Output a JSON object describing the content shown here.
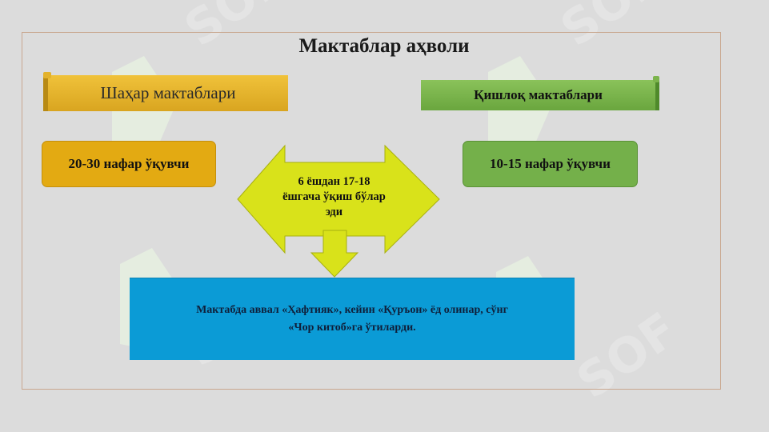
{
  "title": "Мактаблар аҳволи",
  "city": {
    "heading": "Шаҳар мактаблари",
    "count": "20-30 нафар ўқувчи",
    "color": "#e3aa12"
  },
  "village": {
    "heading": "Қишлоқ мактаблари",
    "count": "10-15 нафар ўқувчи",
    "color": "#74b04a"
  },
  "center": {
    "lines": [
      "6 ёшдан 17-18",
      "ёшгача ўқиш бўлар",
      "эди"
    ],
    "color": "#d9e21a"
  },
  "bottom": {
    "lines": [
      "Мактабда аввал «Ҳафтияк», кейин «Қуръон» ёд олинар, сўнг",
      "«Чор китоб»га ўтиларди."
    ],
    "color": "#0b9bd6"
  }
}
